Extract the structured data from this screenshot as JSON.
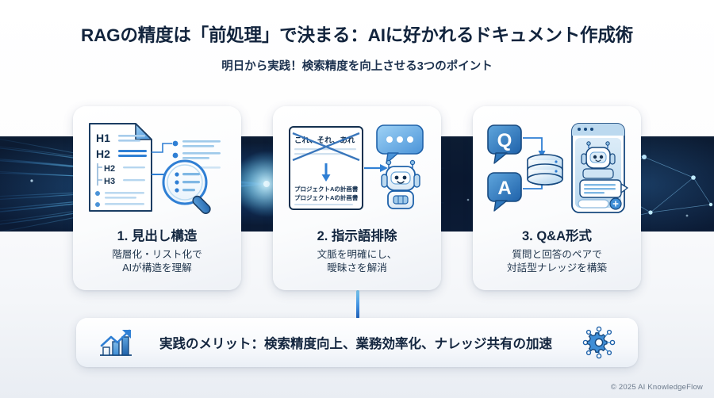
{
  "header": {
    "title": "RAGの精度は「前処理」で決まる：AIに好かれるドキュメント作成術",
    "subtitle": "明日から実践！検索精度を向上させる3つのポイント"
  },
  "cards": [
    {
      "number": "1.",
      "title": "1. 見出し構造",
      "desc_line1": "階層化・リスト化で",
      "desc_line2": "AIが構造を理解",
      "art": "document-headings-magnifier",
      "doc_labels": [
        "H1",
        "H2",
        "H2",
        "H3"
      ]
    },
    {
      "number": "2.",
      "title": "2. 指示語排除",
      "desc_line1": "文脈を明確にし、",
      "desc_line2": "曖昧さを解消",
      "art": "crossed-pronouns-robot",
      "crossed_text": "これ、それ、あれ",
      "replacement_line1": "プロジェクトAの計画書",
      "replacement_line2": "プロジェクトAの計画書"
    },
    {
      "number": "3.",
      "title": "3. Q&A形式",
      "desc_line1": "質問と回答のペアで",
      "desc_line2": "対話型ナレッジを構築",
      "art": "qa-database-chatbot",
      "q_label": "Q",
      "a_label": "A"
    }
  ],
  "benefit": {
    "text": "実践のメリット：検索精度向上、業務効率化、ナレッジ共有の加速",
    "left_icon": "growth-chart-icon",
    "right_icon": "gear-network-icon"
  },
  "footer": {
    "copyright": "© 2025 AI KnowledgeFlow"
  },
  "colors": {
    "band_dark": "#0b1a32",
    "accent_blue": "#2f7fd4",
    "accent_cyan": "#6fd3f7",
    "title_navy": "#12243d",
    "card_bg": "#ffffff"
  }
}
